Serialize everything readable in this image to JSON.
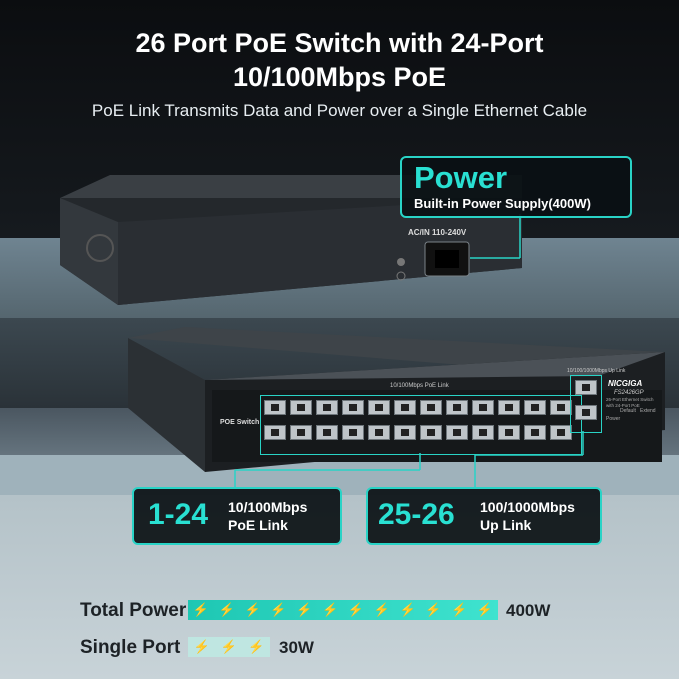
{
  "headline": {
    "line1": "26 Port PoE Switch with 24-Port",
    "line2": "10/100Mbps PoE",
    "subtitle": "PoE Link Transmits Data and Power over a Single Ethernet Cable"
  },
  "power_callout": {
    "title": "Power",
    "desc": "Built-in Power Supply(400W)"
  },
  "rear_panel": {
    "ac_label": "AC/IN 110-240V"
  },
  "front_panel": {
    "brand": "NICGIGA",
    "model": "FS2426GP",
    "model_desc": "26-Port Ethernet Switch with 24-Port PoE",
    "poe_label": "POE Switch",
    "poe_link_label": "10/100Mbps PoE Link",
    "uplink_label": "10/100/1000Mbps Up Link",
    "default_label": "Default",
    "extend_label": "Extend",
    "power_label": "Power"
  },
  "callouts": [
    {
      "number": "1-24",
      "line1": "10/100Mbps",
      "line2": "PoE Link"
    },
    {
      "number": "25-26",
      "line1": "100/1000Mbps",
      "line2": "Up Link"
    }
  ],
  "power_bars": [
    {
      "label": "Total Power",
      "value": "400W",
      "bolts": 12
    },
    {
      "label": "Single Port",
      "value": "30W",
      "bolts": 3
    }
  ],
  "bolt_glyph": "⚡",
  "colors": {
    "accent": "#29e0d2",
    "bar": "#1ec7b3"
  }
}
